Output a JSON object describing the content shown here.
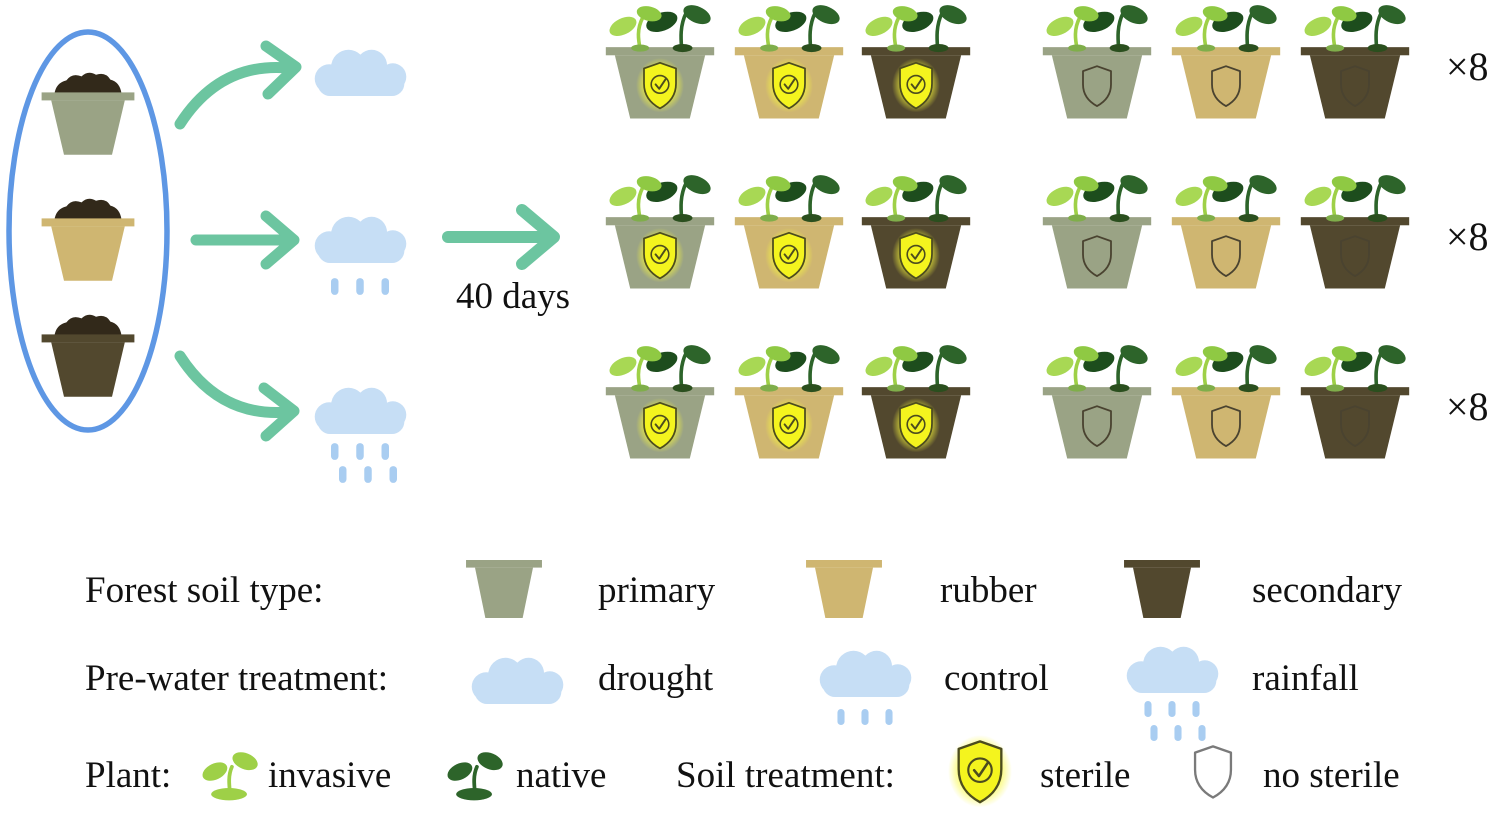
{
  "figure": {
    "duration_label": "40 days",
    "replicate_label": "×8"
  },
  "experiment": {
    "source_soils": [
      "primary",
      "rubber",
      "secondary"
    ],
    "water_treatments": [
      "drought",
      "control",
      "rainfall"
    ],
    "soil_treatments": [
      "sterile",
      "no sterile"
    ],
    "plants_per_pot": [
      "invasive",
      "native"
    ],
    "replicates_per_row": "×8",
    "duration": "40 days"
  },
  "legend": {
    "soil_type": {
      "label": "Forest soil type:",
      "items": [
        {
          "label": "primary",
          "color": "#9aa385"
        },
        {
          "label": "rubber",
          "color": "#cfb671"
        },
        {
          "label": "secondary",
          "color": "#52482e"
        }
      ]
    },
    "pre_water": {
      "label": "Pre-water treatment:",
      "items": [
        {
          "label": "drought"
        },
        {
          "label": "control"
        },
        {
          "label": "rainfall"
        }
      ]
    },
    "plant": {
      "label": "Plant:",
      "items": [
        {
          "label": "invasive",
          "color": "#9ed047"
        },
        {
          "label": "native",
          "color": "#2d642a"
        }
      ]
    },
    "soil_treatment": {
      "label": "Soil treatment:",
      "items": [
        {
          "label": "sterile"
        },
        {
          "label": "no sterile"
        }
      ]
    }
  },
  "colors": {
    "pot_primary": "#9aa385",
    "pot_rubber": "#cfb671",
    "pot_secondary": "#52482e",
    "soil_pile": "#32291a",
    "arrow": "#6cc5a0",
    "cloud": "#c6def5",
    "raindrop": "#a9cdf1",
    "grouping_ellipse": "#5e97e4",
    "plant_invasive": "#9ed047",
    "plant_native": "#2d642a",
    "sterile_shield": "#f4f41e",
    "text": "#111111"
  }
}
